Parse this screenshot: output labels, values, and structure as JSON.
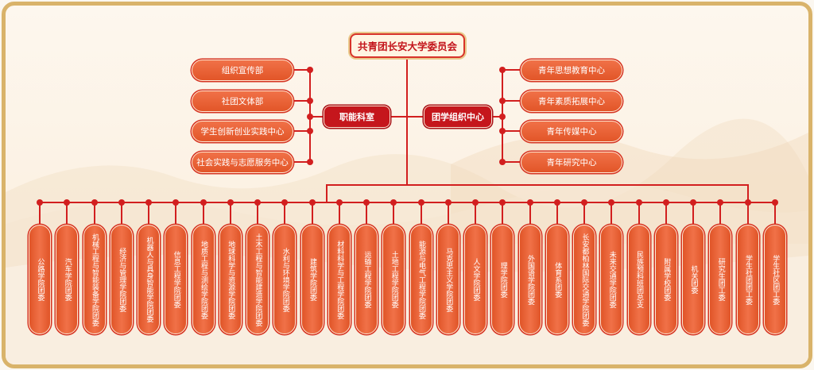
{
  "title": "共青团长安大学委员会",
  "left_branch": {
    "label": "职能科室",
    "items": [
      "组织宣传部",
      "社团文体部",
      "学生创新创业实践中心",
      "社会实践与志愿服务中心"
    ]
  },
  "right_branch": {
    "label": "团学组织中心",
    "items": [
      "青年思想教育中心",
      "青年素质拓展中心",
      "青年传媒中心",
      "青年研究中心"
    ]
  },
  "units": [
    "公路学院团委",
    "汽车学院团委",
    "机械工程与智能装备学院团委",
    "经济与管理学院团委",
    "机器人与具身智能学院团委",
    "信息工程学院团委",
    "地质工程与测绘学院团委",
    "地球科学与资源学院团委",
    "土木工程与智能建造学院团委",
    "水利与环境学院团委",
    "建筑学院团委",
    "材料科学与工程学院团委",
    "运输工程学院团委",
    "土地工程学院团委",
    "能源与电气工程学院团委",
    "马克思主义学院团委",
    "人文学院团委",
    "理学院团委",
    "外国语学院团委",
    "体育系团委",
    "长安都柏林国际交通学院团委",
    "未来交通学院团委",
    "民族预科班团总支",
    "附属学校团委",
    "机关团委",
    "研究生团工委",
    "学生社团团工委",
    "学生社区团工委"
  ],
  "colors": {
    "line": "#d21f1f",
    "hub": "#c5161c",
    "node": "#ee5a2a",
    "frame": "#d9b36a",
    "background": "#fcf1e3",
    "title_text": "#c3141b"
  }
}
